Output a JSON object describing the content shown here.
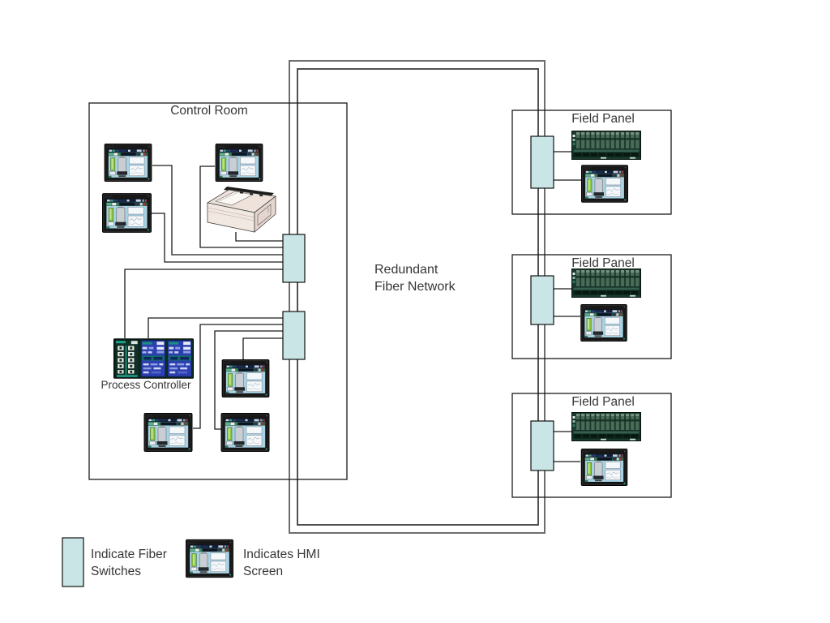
{
  "diagram": {
    "control_room": {
      "title": "Control Room",
      "process_controller_label": "Process Controller"
    },
    "network": {
      "label_line1": "Redundant",
      "label_line2": "Fiber Network"
    },
    "field_panels": [
      {
        "title": "Field Panel"
      },
      {
        "title": "Field Panel"
      },
      {
        "title": "Field Panel"
      }
    ],
    "legend": {
      "fiber_line1": "Indicate Fiber",
      "fiber_line2": "Switches",
      "hmi_line1": "Indicates HMI",
      "hmi_line2": "Screen"
    },
    "devices": {
      "control_room_hmi_count": 6,
      "control_room_fiber_switch_count": 2,
      "printer_count": 1,
      "field_panel_count": 3,
      "per_field_panel": [
        "fiber-switch",
        "io-rack",
        "hmi-screen"
      ]
    },
    "colors": {
      "fiber_switch_fill": "#c9e5e6",
      "fiber_loop_outer": "#6e6e6e",
      "fiber_loop_inner": "#3e3e3e",
      "connection_line": "#1a1a1a",
      "box_border": "#1a1a1a",
      "text": "#363636"
    }
  }
}
